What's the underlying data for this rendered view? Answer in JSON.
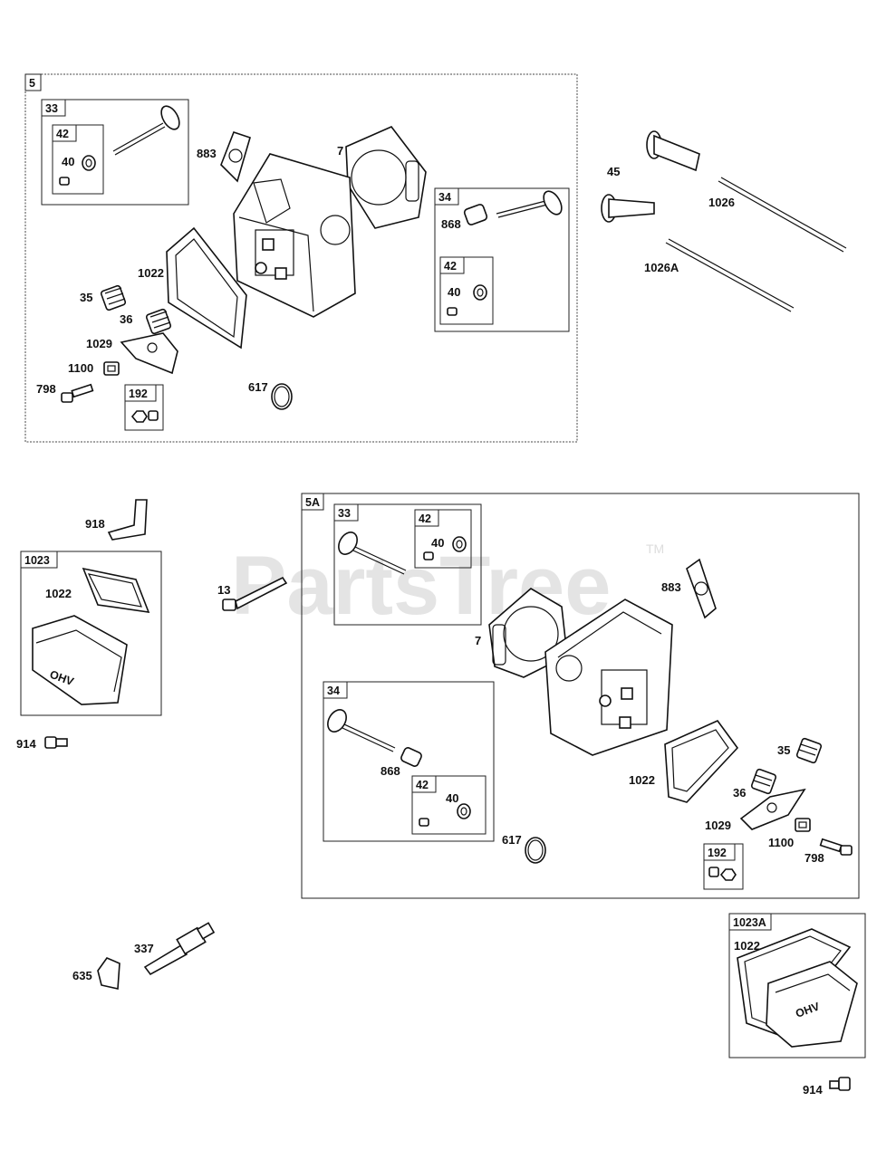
{
  "watermark": {
    "text": "PartsTree",
    "mark": "TM"
  },
  "groups": {
    "g5": "5",
    "g5a": "5A",
    "g1023": "1023",
    "g1023a": "1023A",
    "g33": "33",
    "g34": "34",
    "g42": "42",
    "g192": "192"
  },
  "parts": {
    "p7": "7",
    "p13": "13",
    "p35": "35",
    "p36": "36",
    "p40": "40",
    "p45": "45",
    "p337": "337",
    "p617": "617",
    "p635": "635",
    "p798": "798",
    "p868": "868",
    "p883": "883",
    "p914": "914",
    "p918": "918",
    "p1022": "1022",
    "p1026": "1026",
    "p1026a": "1026A",
    "p1029": "1029",
    "p1100": "1100"
  },
  "cover_text": "OHV"
}
